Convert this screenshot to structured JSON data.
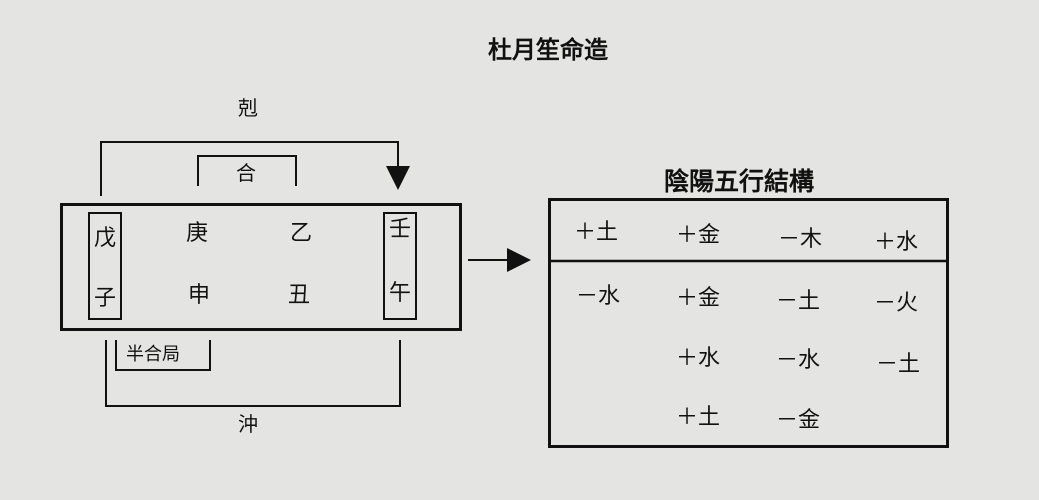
{
  "title": "杜月笙命造",
  "right_title": "陰陽五行結構",
  "labels": {
    "ke": "剋",
    "he": "合",
    "banhe": "半合局",
    "chong": "沖"
  },
  "stems": [
    "戊",
    "庚",
    "乙",
    "壬"
  ],
  "branches": [
    "子",
    "申",
    "丑",
    "午"
  ],
  "table": {
    "header": [
      "＋土",
      "＋金",
      "－木",
      "＋水"
    ],
    "rows": [
      [
        "－水",
        "＋金",
        "－土",
        "－火"
      ],
      [
        "",
        "＋水",
        "－水",
        "－土"
      ],
      [
        "",
        "＋土",
        "－金",
        ""
      ]
    ]
  }
}
